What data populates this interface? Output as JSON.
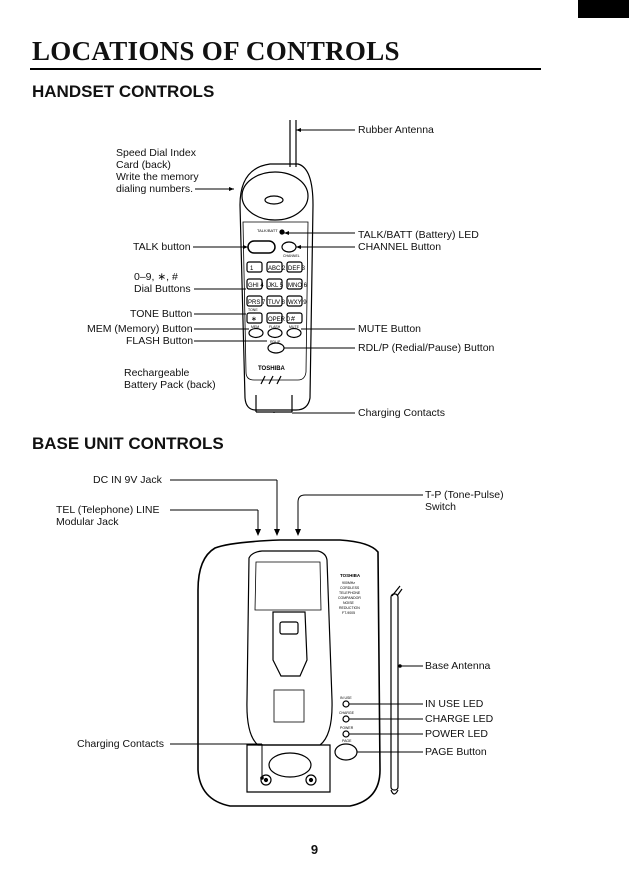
{
  "page": {
    "title": "LOCATIONS OF CONTROLS",
    "page_number": "9"
  },
  "handset": {
    "heading": "HANDSET CONTROLS",
    "labels": {
      "rubber_antenna": "Rubber Antenna",
      "speed_dial_1": "Speed Dial Index",
      "speed_dial_2": "Card (back)",
      "speed_dial_3": "Write the memory",
      "speed_dial_4": "dialing numbers.",
      "talk_batt_led": "TALK/BATT (Battery) LED",
      "talk_button": "TALK button",
      "channel_button": "CHANNEL Button",
      "dial_1": "0–9, ∗, #",
      "dial_2": "Dial Buttons",
      "tone_button": "TONE Button",
      "mem_button": "MEM (Memory) Button",
      "mute_button": "MUTE Button",
      "flash_button": "FLASH Button",
      "rdlp_button": "RDL/P (Redial/Pause) Button",
      "battery_1": "Rechargeable",
      "battery_2": "Battery Pack (back)",
      "charging_contacts": "Charging Contacts"
    },
    "device_text": {
      "brand": "TOSHIBA",
      "talk_batt": "TALK/BATT",
      "channel": "CHANNEL",
      "mem": "MEM",
      "flash": "FLASH",
      "mute": "MUTE",
      "rdlp": "RDL/P",
      "tone": "TONE",
      "keys": [
        "1",
        "ABC 2",
        "DEF 3",
        "GHI 4",
        "JKL 5",
        "MNO 6",
        "PRS 7",
        "TUV 8",
        "WXY 9",
        "∗",
        "OPER 0",
        "#"
      ]
    }
  },
  "base": {
    "heading": "BASE UNIT CONTROLS",
    "labels": {
      "dc_in": "DC IN 9V Jack",
      "tel_line_1": "TEL  (Telephone) LINE",
      "tel_line_2": "Modular Jack",
      "tp_switch_1": "T-P (Tone-Pulse)",
      "tp_switch_2": "Switch",
      "base_antenna": "Base Antenna",
      "in_use_led": "IN USE LED",
      "charge_led": "CHARGE LED",
      "power_led": "POWER LED",
      "page_button": "PAGE Button",
      "charging_contacts": "Charging Contacts"
    },
    "device_text": {
      "brand": "TOSHIBA",
      "spec_1": "900MHz",
      "spec_2": "CORDLESS",
      "spec_3": "TELEPHONE",
      "spec_4": "COMPANDOR",
      "spec_5": "NOISE",
      "spec_6": "REDUCTION",
      "model": "FT-9005",
      "in_use": "IN USE",
      "charge": "CHARGE",
      "power": "POWER",
      "page": "PAGE"
    }
  }
}
